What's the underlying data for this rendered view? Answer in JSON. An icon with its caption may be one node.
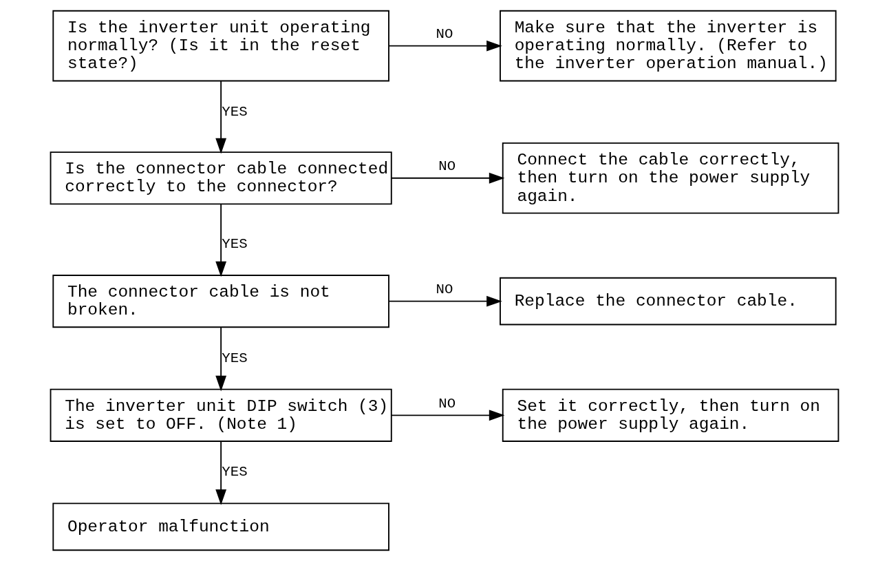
{
  "diagram": {
    "nodes": [
      {
        "text": [
          "Is the inverter unit operating normally? (Is it in the reset state?)"
        ]
      },
      {
        "text": [
          "Make sure that the inverter is operating normally. (Refer to the inverter operation manual.)"
        ]
      },
      {
        "text": [
          "Is the connector cable connected correctly to the connector?"
        ]
      },
      {
        "text": [
          "Connect the cable correctly, then turn on the power supply again."
        ]
      },
      {
        "text": [
          "The connector cable is not broken."
        ]
      },
      {
        "text": [
          "Replace the connector cable."
        ]
      },
      {
        "text": [
          "The inverter unit DIP switch (3) is set to OFF. (Note 1)"
        ]
      },
      {
        "text": [
          "Set it correctly, then turn on the power supply again."
        ]
      },
      {
        "text": [
          "Operator malfunction"
        ]
      }
    ],
    "edges": [
      {
        "from": 0,
        "to": 1,
        "arrow": "to",
        "label": "NO"
      },
      {
        "from": 0,
        "to": 2,
        "arrow": "to",
        "label": "YES"
      },
      {
        "from": 2,
        "to": 3,
        "arrow": "to",
        "label": "NO"
      },
      {
        "from": 2,
        "to": 4,
        "arrow": "to",
        "label": "YES"
      },
      {
        "from": 4,
        "to": 5,
        "arrow": "to",
        "label": "NO"
      },
      {
        "from": 4,
        "to": 6,
        "arrow": "to",
        "label": "YES"
      },
      {
        "from": 6,
        "to": 7,
        "arrow": "to",
        "label": "NO"
      },
      {
        "from": 6,
        "to": 8,
        "arrow": "to",
        "label": "YES"
      }
    ]
  }
}
